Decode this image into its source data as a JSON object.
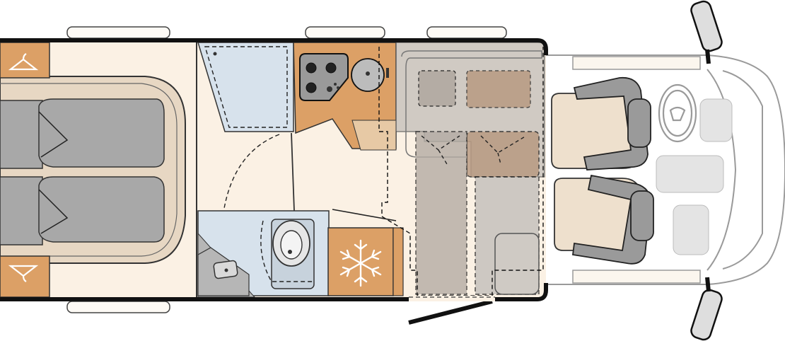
{
  "diagram": {
    "kind": "motorhome-floor-plan",
    "orientation": "cab-right",
    "zones": [
      {
        "id": "rear-bedroom",
        "items": [
          "twin-beds",
          "wardrobe-top",
          "wardrobe-bottom"
        ]
      },
      {
        "id": "bathroom",
        "items": [
          "shower",
          "toilet",
          "washbasin"
        ]
      },
      {
        "id": "kitchen",
        "items": [
          "stove",
          "sink"
        ]
      },
      {
        "id": "fridge",
        "items": [
          "fridge-snowflake"
        ]
      },
      {
        "id": "lounge",
        "items": [
          "dinette-table",
          "benches",
          "drop-down-bed-outline"
        ]
      },
      {
        "id": "cab",
        "items": [
          "driver-seat",
          "passenger-seat",
          "steering-wheel",
          "mirrors"
        ]
      }
    ],
    "icons": [
      "hanger-icon",
      "snowflake-icon",
      "stove-icon",
      "steering-wheel-icon"
    ]
  },
  "colors": {
    "floor": "#fbf1e4",
    "bed": "#a8a8a8",
    "bed_frame": "#e7d7c3",
    "wardrobe": "#dca066",
    "kitchen": "#dca066",
    "shower": "#d7e2ec",
    "bathroom_grey": "#b6b6b6",
    "lounge_grey": "#c9c4be",
    "seat": "#eee0cd",
    "outline": "#111111",
    "cab_grey": "#cfcfcf"
  }
}
